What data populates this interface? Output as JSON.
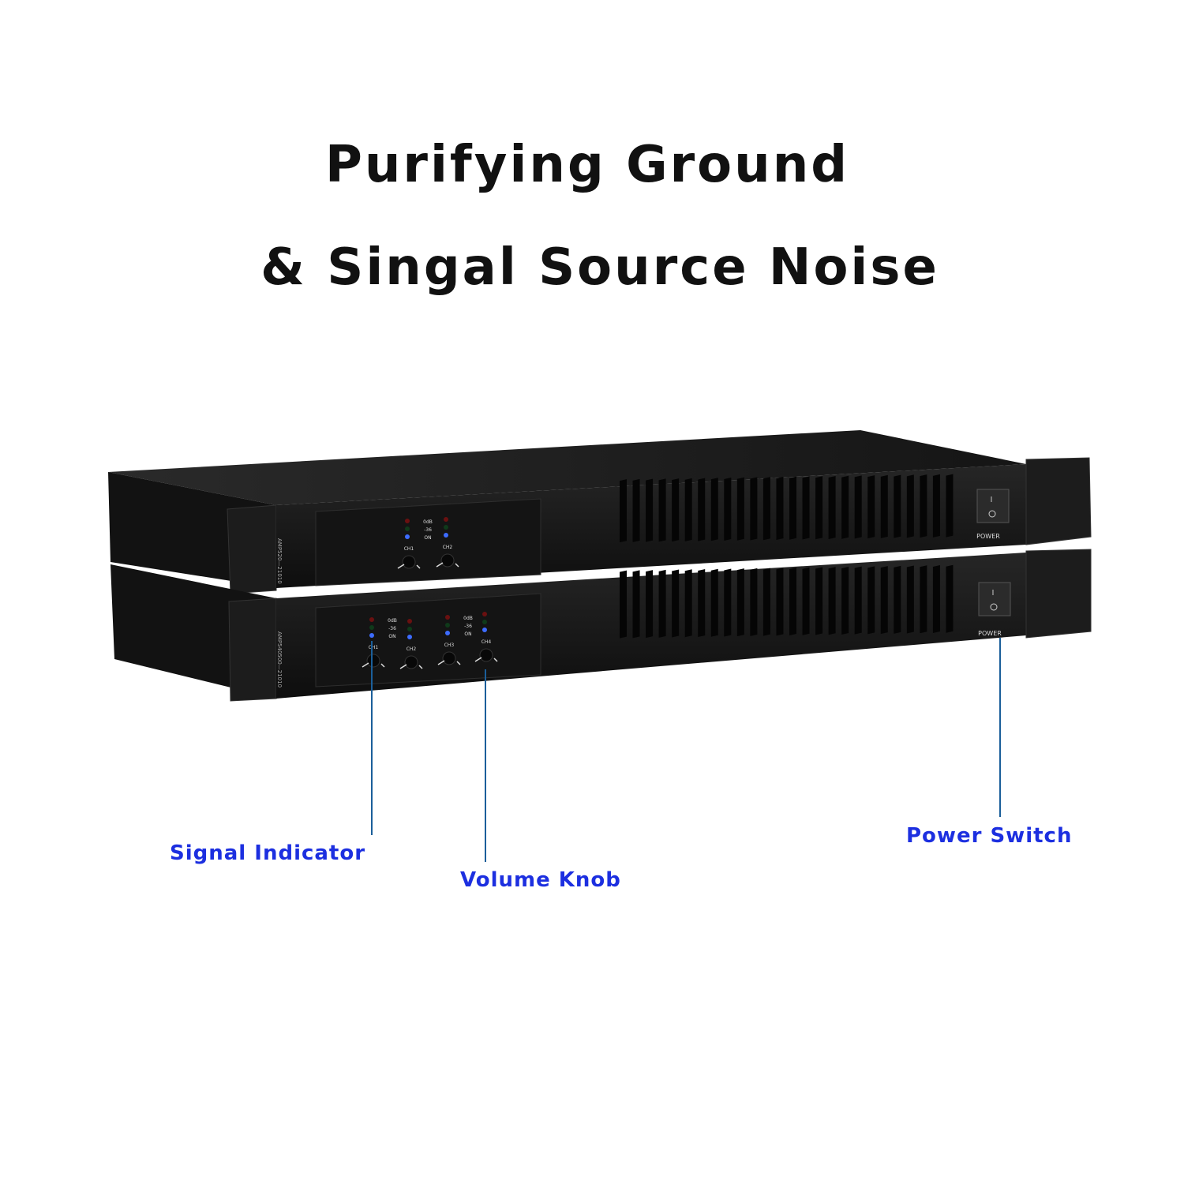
{
  "heading": {
    "line1": "Purifying Ground",
    "line2": "& Singal Source Noise"
  },
  "product": {
    "top_unit": {
      "model_label": "AMP520—21010",
      "channels": [
        "CH1",
        "CH2"
      ],
      "meter_labels": [
        "0dB",
        "-36",
        "ON"
      ],
      "power_label": "POWER"
    },
    "bottom_unit": {
      "model_label": "AMP540500—21010",
      "channels": [
        "CH1",
        "CH2",
        "CH3",
        "CH4"
      ],
      "meter_labels": [
        "0dB",
        "-36",
        "ON"
      ],
      "power_label": "POWER"
    }
  },
  "callouts": {
    "signal_indicator": "Signal Indicator",
    "volume_knob": "Volume Knob",
    "power_switch": "Power Switch"
  },
  "colors": {
    "callout_text": "#1c2fe0",
    "callout_line": "#1b5f9a",
    "chassis": "#1a1a1a",
    "led_blue": "#3d6cff",
    "led_red": "#6a1010",
    "led_green": "#0f3a1a"
  }
}
